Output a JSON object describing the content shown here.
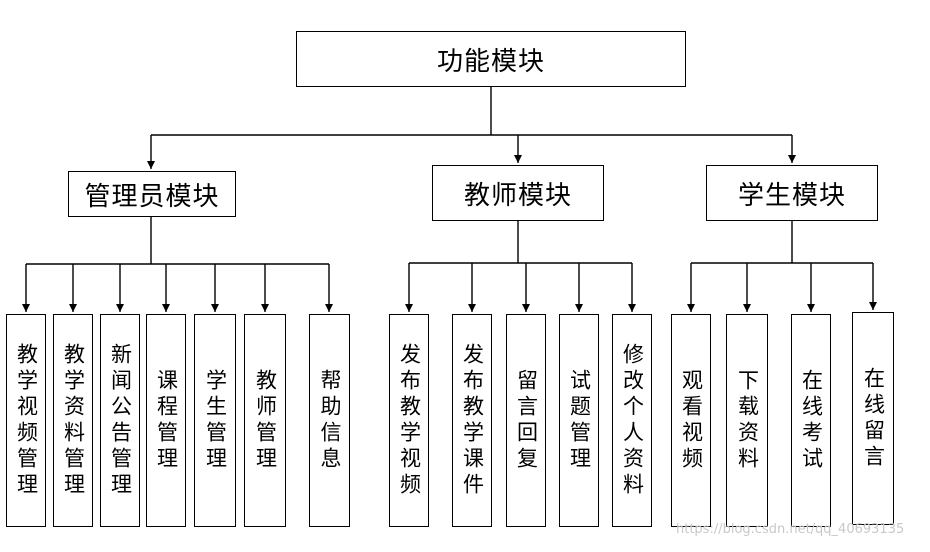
{
  "root": {
    "label": "功能模块"
  },
  "modules": [
    {
      "label": "管理员模块",
      "items": [
        "教学视频管理",
        "教学资料管理",
        "新闻公告管理",
        "课程管理",
        "学生管理",
        "教师管理",
        "帮助信息"
      ]
    },
    {
      "label": "教师模块",
      "items": [
        "发布教学视频",
        "发布教学课件",
        "留言回复",
        "试题管理",
        "修改个人资料"
      ]
    },
    {
      "label": "学生模块",
      "items": [
        "观看视频",
        "下载资料",
        "在线考试",
        "在线留言"
      ]
    }
  ],
  "watermark": "https://blog.csdn.net/qq_40693135"
}
